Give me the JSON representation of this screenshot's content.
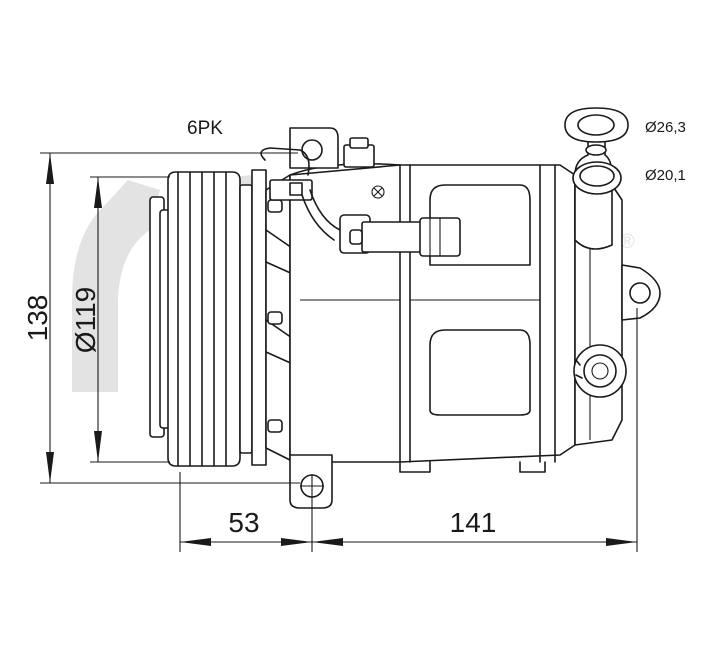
{
  "watermark": {
    "text": "acr",
    "registered_mark": "®",
    "color": "#e3e3e3"
  },
  "labels": {
    "belt": "6PK",
    "port_large": "Ø26,3",
    "port_small": "Ø20,1",
    "height": "138",
    "pulley_diameter": "Ø119",
    "offset": "53",
    "length": "141"
  },
  "colors": {
    "line": "#1a1a1a",
    "background": "#ffffff"
  }
}
